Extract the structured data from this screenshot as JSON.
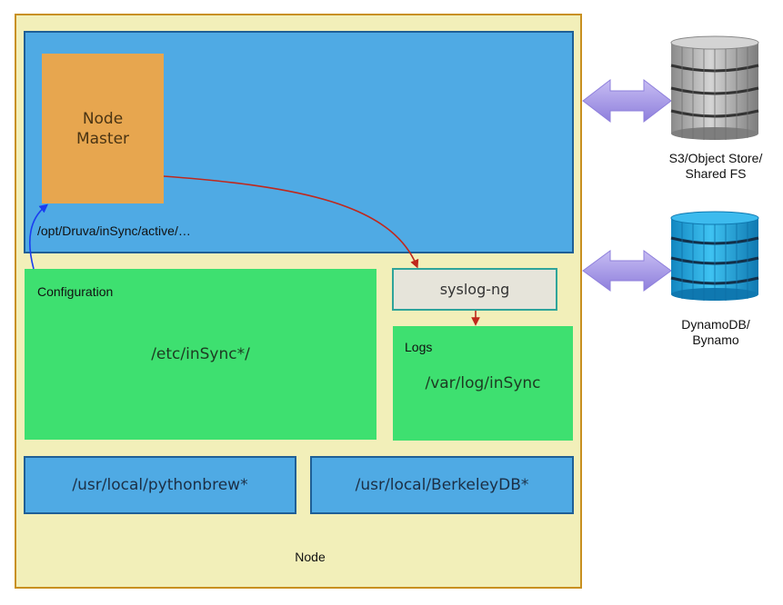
{
  "node": {
    "label": "Node",
    "master": {
      "line1": "Node",
      "line2": "Master"
    },
    "active_path": "/opt/Druva/inSync/active/…",
    "configuration": {
      "title": "Configuration",
      "path": "/etc/inSync*/"
    },
    "syslog": {
      "label": "syslog-ng"
    },
    "logs": {
      "title": "Logs",
      "path": "/var/log/inSync"
    },
    "libraries": [
      {
        "path": "/usr/local/pythonbrew*"
      },
      {
        "path": "/usr/local/BerkeleyDB*"
      }
    ]
  },
  "external": [
    {
      "line1": "S3/Object Store/",
      "line2": "Shared FS",
      "icon": "database-icon-gray",
      "color": "#a9a9a9"
    },
    {
      "line1": "DynamoDB/",
      "line2": "Bynamo",
      "icon": "database-icon-blue",
      "color": "#22a7e0"
    }
  ],
  "colors": {
    "node_bg": "#f2efb9",
    "blue_box": "#4faae4",
    "green_box": "#3ee070",
    "master_box": "#e7a64f",
    "flow_arrow": "#c0281c",
    "config_arrow": "#1a3ef0",
    "link_arrow": "#9d8fe0"
  }
}
